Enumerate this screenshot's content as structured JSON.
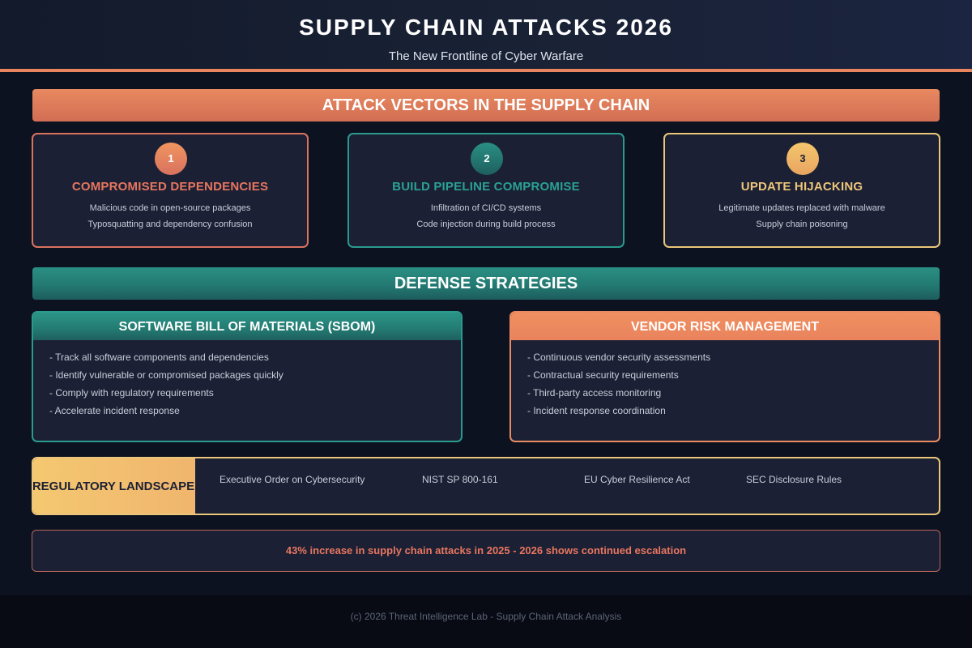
{
  "header": {
    "title": "SUPPLY CHAIN ATTACKS 2026",
    "subtitle": "The New Frontline of Cyber Warfare"
  },
  "attack_section": {
    "title": "ATTACK VECTORS IN THE SUPPLY CHAIN",
    "vectors": [
      {
        "number": "1",
        "title": "COMPROMISED DEPENDENCIES",
        "lines": [
          "Malicious code in open-source packages",
          "Typosquatting and dependency confusion"
        ],
        "color": "#e8765f"
      },
      {
        "number": "2",
        "title": "BUILD PIPELINE COMPROMISE",
        "lines": [
          "Infiltration of CI/CD systems",
          "Code injection during build process"
        ],
        "color": "#2aa195"
      },
      {
        "number": "3",
        "title": "UPDATE HIJACKING",
        "lines": [
          "Legitimate updates replaced with malware",
          "Supply chain poisoning"
        ],
        "color": "#eec67a"
      }
    ]
  },
  "defense_section": {
    "title": "DEFENSE STRATEGIES",
    "sbom": {
      "title": "SOFTWARE BILL OF MATERIALS (SBOM)",
      "items": [
        "- Track all software components and dependencies",
        "- Identify vulnerable or compromised packages quickly",
        "- Comply with regulatory requirements",
        "- Accelerate incident response"
      ]
    },
    "vendor": {
      "title": "VENDOR RISK MANAGEMENT",
      "items": [
        "- Continuous vendor security assessments",
        "- Contractual security requirements",
        "- Third-party access monitoring",
        "- Incident response coordination"
      ]
    }
  },
  "regulatory": {
    "label": "REGULATORY LANDSCAPE",
    "items": [
      "Executive Order on Cybersecurity",
      "NIST SP 800-161",
      "EU Cyber Resilience Act",
      "SEC Disclosure Rules"
    ]
  },
  "stat": "43% increase in supply chain attacks in 2025 - 2026 shows continued escalation",
  "footer": "(c) 2026 Threat Intelligence Lab - Supply Chain Attack Analysis",
  "colors": {
    "accent_orange": "#e8855e",
    "accent_teal": "#2a9a8e",
    "accent_gold": "#e9c679",
    "background": "#0d1220",
    "card": "#1b2034"
  }
}
